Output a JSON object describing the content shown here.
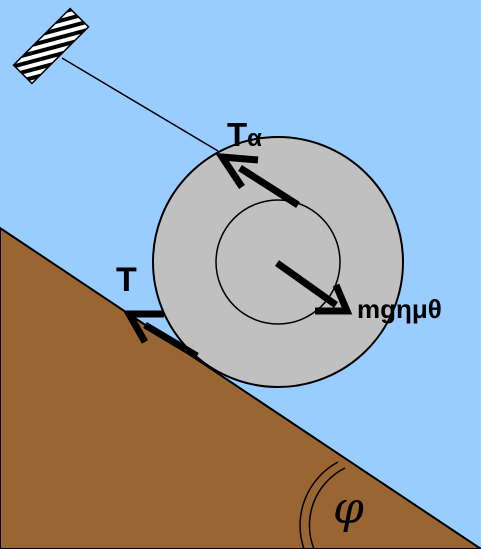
{
  "labels": {
    "tension_rope": "Tα",
    "tension_rope_main": "T",
    "tension_rope_sub": "α",
    "friction": "T",
    "weight_component": "mgημθ",
    "angle": "φ"
  },
  "colors": {
    "sky": "#99ccff",
    "ground": "#996633",
    "wheel": "#c0c0c0",
    "outline": "#000000",
    "arrow": "#000000"
  },
  "icons": {
    "anchor": "striped-wall-anchor"
  }
}
